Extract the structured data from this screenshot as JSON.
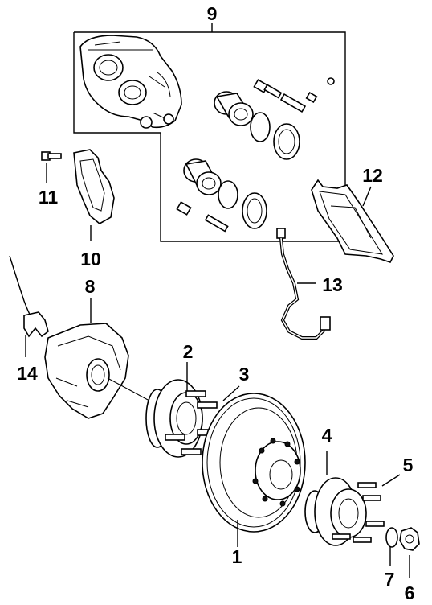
{
  "diagram": {
    "callouts": [
      {
        "id": "1",
        "text": "1"
      },
      {
        "id": "2",
        "text": "2"
      },
      {
        "id": "3",
        "text": "3"
      },
      {
        "id": "4",
        "text": "4"
      },
      {
        "id": "5",
        "text": "5"
      },
      {
        "id": "6",
        "text": "6"
      },
      {
        "id": "7",
        "text": "7"
      },
      {
        "id": "8",
        "text": "8"
      },
      {
        "id": "9",
        "text": "9"
      },
      {
        "id": "10",
        "text": "10"
      },
      {
        "id": "11",
        "text": "11"
      },
      {
        "id": "12",
        "text": "12"
      },
      {
        "id": "13",
        "text": "13"
      },
      {
        "id": "14",
        "text": "14"
      }
    ],
    "colors": {
      "ink": "#000000",
      "paper": "#ffffff"
    }
  }
}
